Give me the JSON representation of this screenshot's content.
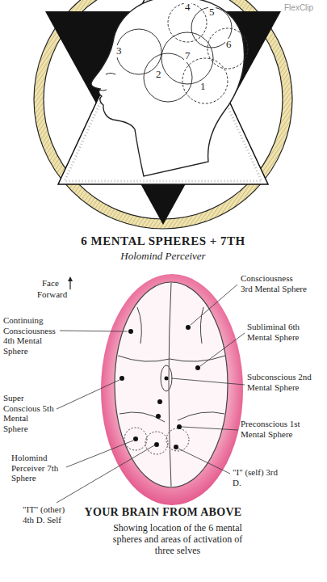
{
  "diagram": {
    "title": "6 MENTAL SPHERES + 7TH",
    "caption": "Showing location of the 6 mental spheres and areas of activation of three selves",
    "labels": [
      "FlexClip",
      "4",
      "5",
      "6",
      "3",
      "7",
      "2",
      "1",
      "Holomind Perceiver",
      "Face",
      "Forward",
      "Consciousness 3rd Mental Sphere",
      "Continuing Consciousness 4th Mental Sphere",
      "Subliminal 6th Mental Sphere",
      "Super Conscious 5th Mental Sphere",
      "Subconscious 2nd Mental Sphere",
      "Preconscious 1st Mental Sphere",
      "Holomind Perceiver 7th Sphere",
      "\"I\" (self) 3rd D.",
      "\"IT\" (other) 4th D. Self",
      "YOUR BRAIN FROM ABOVE"
    ]
  }
}
